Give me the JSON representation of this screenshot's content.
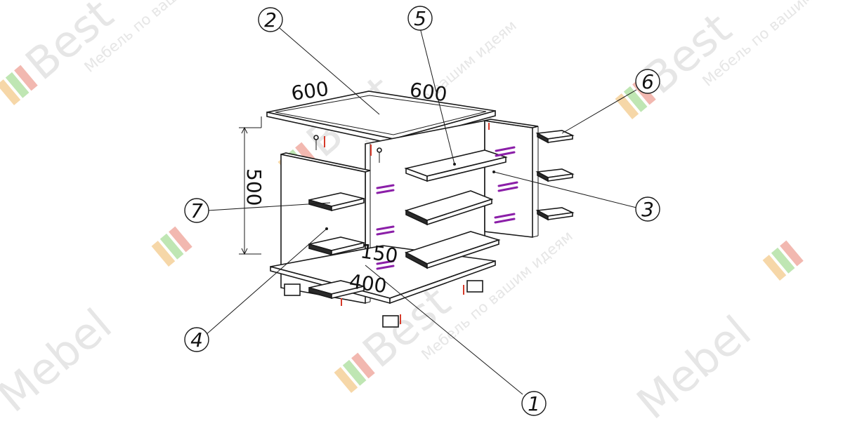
{
  "watermark": {
    "brand": "BestMebel",
    "brand_parts": [
      "Best",
      "Mebel"
    ],
    "slogan": "Мебель по вашим идеям",
    "colors": {
      "text": "#e6e6e6",
      "orange": "#f6d7a8",
      "green": "#bfe6b3",
      "red": "#f2b8b0"
    }
  },
  "dimensions": {
    "width_top": "600",
    "depth_top": "600",
    "height_side": "500",
    "drawer_depth": "150",
    "bottom_depth": "400"
  },
  "callouts": [
    {
      "num": "1"
    },
    {
      "num": "2"
    },
    {
      "num": "3"
    },
    {
      "num": "4"
    },
    {
      "num": "5"
    },
    {
      "num": "6"
    },
    {
      "num": "7"
    }
  ],
  "colors": {
    "line": "#1a1a1a",
    "dowel": "#8b1fa8",
    "marker": "#d63a2a"
  }
}
